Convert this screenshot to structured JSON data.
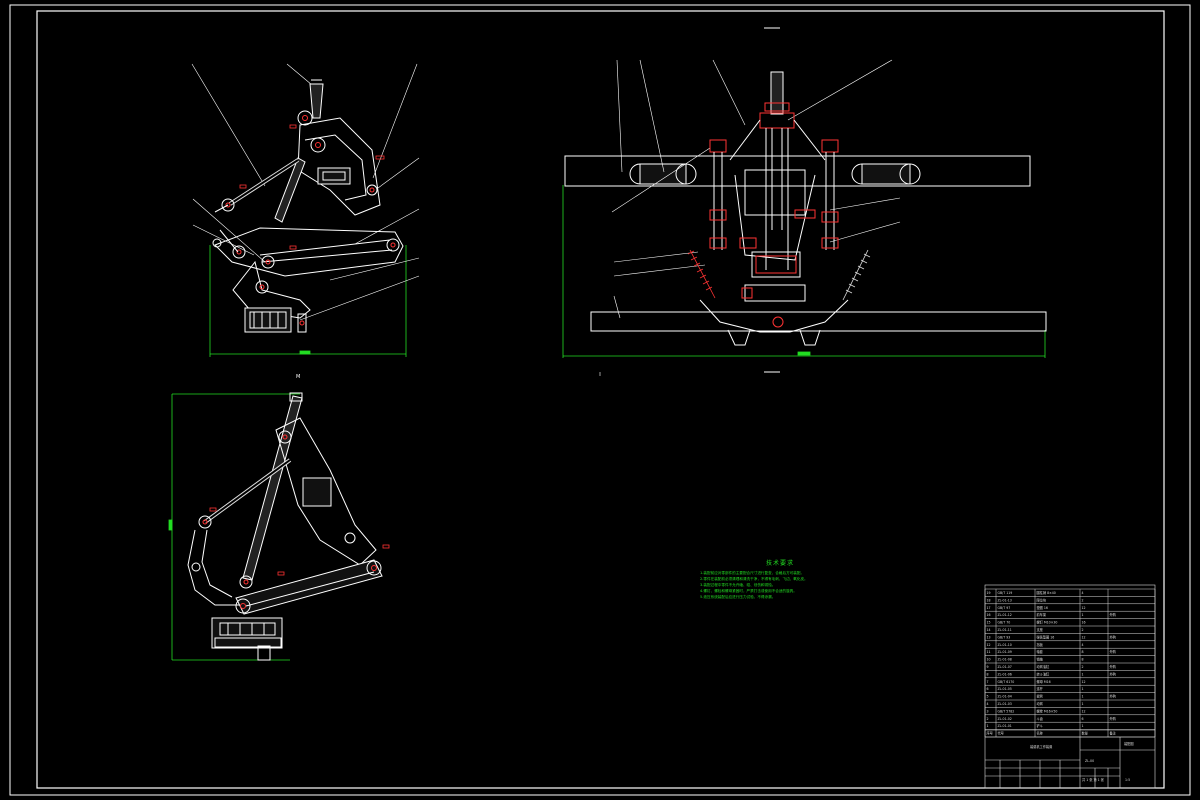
{
  "technical_requirements": {
    "title": "技术要求",
    "lines": [
      "1.装配前应对零部件的主要配合尺寸进行复查，合格后方可装配。",
      "2.零件在装配前必须清理和清洗干净，不得有毛刺、飞边、氧化皮。",
      "3.装配过程中零件不允许磕、碰、划伤和锈蚀。",
      "4.螺钉、螺栓和螺母紧固时，严禁打击或使用不合适的旋具。",
      "5.液压系统装配后应进行压力试验，不得渗漏。"
    ]
  },
  "title_block": {
    "drawing_title": "装载机工作装置",
    "assembly_name": "装配图",
    "designation": "ZL-00",
    "sheet": "共 1 张  第 1 张",
    "scale": "1:5"
  },
  "parts_list": {
    "headers": [
      "序号",
      "代号",
      "名称",
      "数量",
      "备注"
    ],
    "rows": [
      [
        "1",
        "ZL-01-01",
        "铲斗",
        "1",
        ""
      ],
      [
        "2",
        "ZL-01-02",
        "斗齿",
        "6",
        "外购"
      ],
      [
        "3",
        "GB/T 5782",
        "螺栓 M16×50",
        "12",
        ""
      ],
      [
        "4",
        "ZL-01-03",
        "动臂",
        "1",
        ""
      ],
      [
        "5",
        "ZL-01-04",
        "摇臂",
        "1",
        "外购"
      ],
      [
        "6",
        "ZL-01-05",
        "连杆",
        "1",
        ""
      ],
      [
        "7",
        "GB/T 6170",
        "螺母 M16",
        "12",
        ""
      ],
      [
        "8",
        "ZL-01-06",
        "转斗油缸",
        "1",
        "外购"
      ],
      [
        "9",
        "ZL-01-07",
        "动臂油缸",
        "2",
        "外购"
      ],
      [
        "10",
        "ZL-01-08",
        "销轴",
        "8",
        ""
      ],
      [
        "11",
        "ZL-01-09",
        "轴套",
        "8",
        "外购"
      ],
      [
        "12",
        "ZL-01-10",
        "挡板",
        "4",
        ""
      ],
      [
        "13",
        "GB/T 93",
        "弹簧垫圈 16",
        "12",
        "外购"
      ],
      [
        "14",
        "ZL-01-11",
        "支座",
        "2",
        ""
      ],
      [
        "15",
        "GB/T 70",
        "螺钉 M10×30",
        "16",
        ""
      ],
      [
        "16",
        "ZL-01-12",
        "前车架",
        "1",
        "外购"
      ],
      [
        "17",
        "GB/T 97",
        "垫圈 16",
        "12",
        ""
      ],
      [
        "18",
        "ZL-01-13",
        "限位块",
        "2",
        ""
      ],
      [
        "19",
        "GB/T 119",
        "圆柱销 8×40",
        "4",
        ""
      ]
    ]
  }
}
